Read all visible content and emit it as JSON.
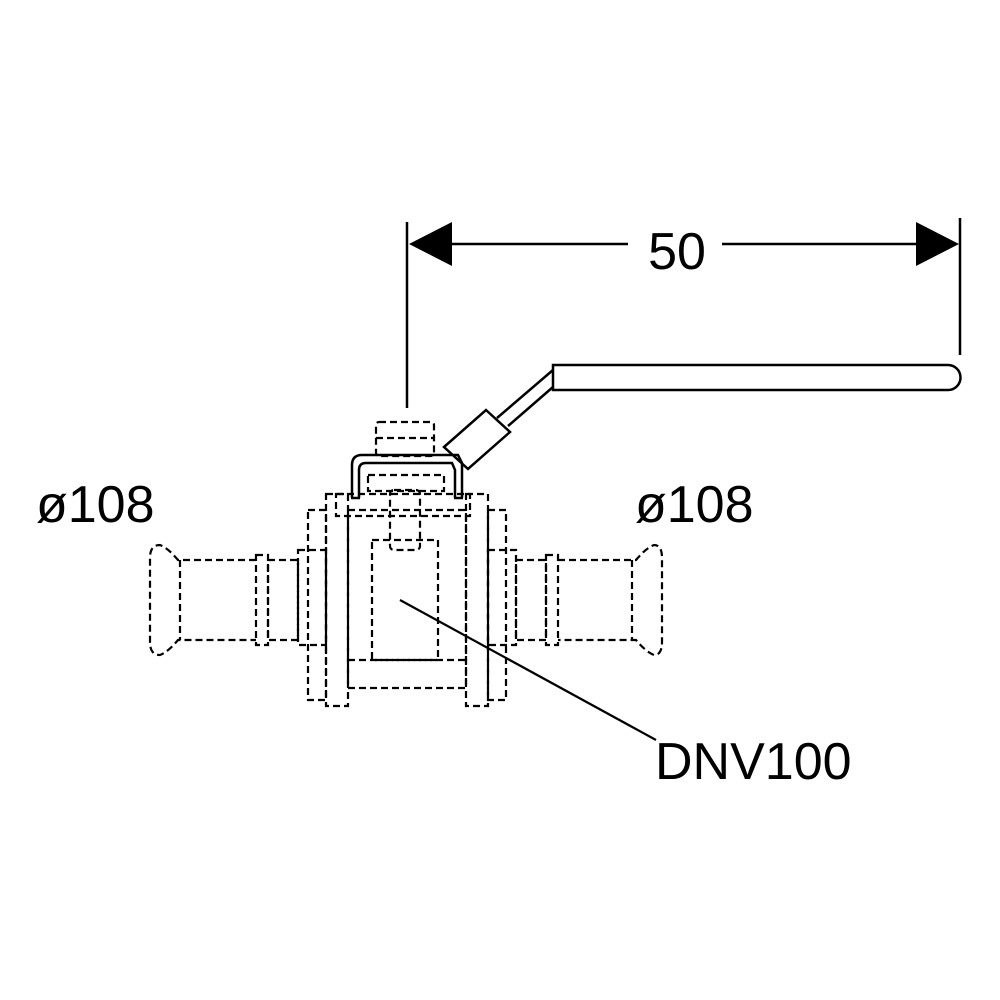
{
  "labels": {
    "dimension": "50",
    "left_diameter": "ø108",
    "right_diameter": "ø108",
    "part_code": "DNV100"
  }
}
